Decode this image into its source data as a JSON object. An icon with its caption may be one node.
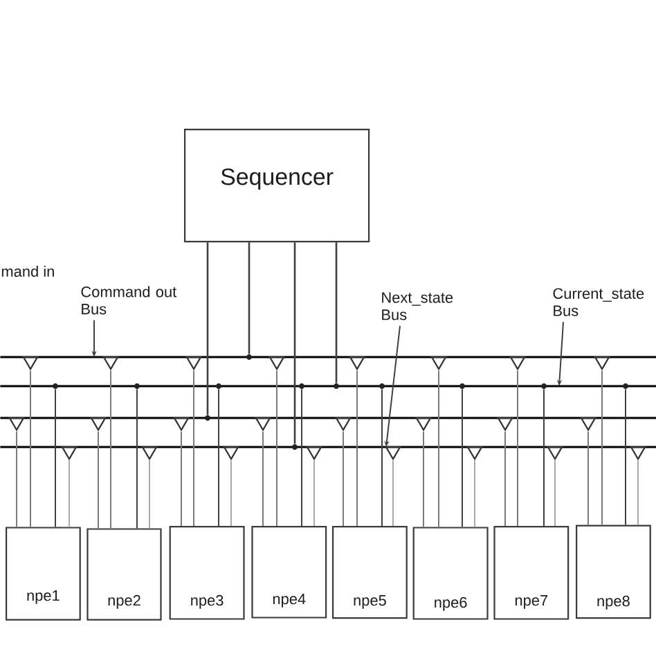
{
  "diagram": {
    "nodes": [
      {
        "text": [
          "Sequencer"
        ]
      },
      {
        "text": [
          "Command out Bus"
        ]
      },
      {
        "text": [
          "Next_state Bus"
        ]
      },
      {
        "text": [
          "Current_state Bus"
        ]
      },
      {
        "text": [],
        "shape": "line"
      },
      {
        "text": [],
        "shape": "dot"
      },
      {
        "text": [],
        "shape": "triangle"
      },
      {
        "text": [],
        "shape": "triangle"
      },
      {
        "text": [],
        "shape": "triangle"
      },
      {
        "text": [],
        "shape": "triangle"
      },
      {
        "text": [],
        "shape": "triangle"
      },
      {
        "text": [],
        "shape": "triangle"
      },
      {
        "text": [],
        "shape": "triangle"
      },
      {
        "text": [],
        "shape": "triangle"
      },
      {
        "text": [],
        "shape": "line"
      },
      {
        "text": [],
        "shape": "dot"
      },
      {
        "text": [],
        "shape": "dot"
      },
      {
        "text": [],
        "shape": "dot"
      },
      {
        "text": [],
        "shape": "dot"
      },
      {
        "text": [],
        "shape": "dot"
      },
      {
        "text": [],
        "shape": "dot"
      },
      {
        "text": [],
        "shape": "dot"
      },
      {
        "text": [],
        "shape": "dot"
      },
      {
        "text": [],
        "shape": "dot"
      },
      {
        "text": [],
        "shape": "line"
      },
      {
        "text": [],
        "shape": "dot"
      },
      {
        "text": [],
        "shape": "triangle"
      },
      {
        "text": [],
        "shape": "triangle"
      },
      {
        "text": [],
        "shape": "triangle"
      },
      {
        "text": [],
        "shape": "triangle"
      },
      {
        "text": [],
        "shape": "triangle"
      },
      {
        "text": [],
        "shape": "triangle"
      },
      {
        "text": [],
        "shape": "triangle"
      },
      {
        "text": [],
        "shape": "triangle"
      },
      {
        "text": [],
        "shape": "line"
      },
      {
        "text": [],
        "shape": "dot"
      },
      {
        "text": [],
        "shape": "triangle"
      },
      {
        "text": [],
        "shape": "triangle"
      },
      {
        "text": [],
        "shape": "triangle"
      },
      {
        "text": [],
        "shape": "triangle"
      },
      {
        "text": [],
        "shape": "triangle"
      },
      {
        "text": [],
        "shape": "triangle"
      },
      {
        "text": [],
        "shape": "triangle"
      },
      {
        "text": [],
        "shape": "triangle"
      },
      {
        "text": [
          "npe1"
        ]
      },
      {
        "text": [
          "npe2"
        ]
      },
      {
        "text": [
          "npe3"
        ]
      },
      {
        "text": [
          "npe4"
        ]
      },
      {
        "text": [
          "npe5"
        ]
      },
      {
        "text": [
          "npe6"
        ]
      },
      {
        "text": [
          "npe7"
        ]
      },
      {
        "text": [
          "npe8"
        ]
      }
    ],
    "edges": [
      {
        "from": 0,
        "to": 25,
        "arrow": "none",
        "color": "#404040"
      },
      {
        "from": 0,
        "to": 5,
        "arrow": "none",
        "color": "#404040"
      },
      {
        "from": 0,
        "to": 35,
        "arrow": "none",
        "color": "#404040"
      },
      {
        "from": 0,
        "to": 19,
        "arrow": "none",
        "color": "#404040"
      },
      {
        "from": 1,
        "to": 4,
        "arrow": "to",
        "color": "#404040"
      },
      {
        "from": 2,
        "to": 34,
        "arrow": "to",
        "color": "#404040"
      },
      {
        "from": 3,
        "to": 14,
        "arrow": "to",
        "color": "#404040"
      },
      {
        "from": 6,
        "to": 44,
        "arrow": "none"
      },
      {
        "from": 7,
        "to": 45,
        "arrow": "none"
      },
      {
        "from": 8,
        "to": 46,
        "arrow": "none"
      },
      {
        "from": 9,
        "to": 47,
        "arrow": "none"
      },
      {
        "from": 10,
        "to": 48,
        "arrow": "none"
      },
      {
        "from": 11,
        "to": 49,
        "arrow": "none"
      },
      {
        "from": 12,
        "to": 50,
        "arrow": "none"
      },
      {
        "from": 13,
        "to": 51,
        "arrow": "none"
      },
      {
        "from": 15,
        "to": 44,
        "arrow": "none",
        "color": "#404040"
      },
      {
        "from": 16,
        "to": 45,
        "arrow": "none",
        "color": "#404040"
      },
      {
        "from": 17,
        "to": 46,
        "arrow": "none",
        "color": "#404040"
      },
      {
        "from": 18,
        "to": 47,
        "arrow": "none",
        "color": "#404040"
      },
      {
        "from": 20,
        "to": 48,
        "arrow": "none",
        "color": "#404040"
      },
      {
        "from": 21,
        "to": 49,
        "arrow": "none",
        "color": "#404040"
      },
      {
        "from": 22,
        "to": 50,
        "arrow": "none",
        "color": "#404040"
      },
      {
        "from": 23,
        "to": 51,
        "arrow": "none",
        "color": "#404040"
      },
      {
        "from": 26,
        "to": 44,
        "arrow": "none"
      },
      {
        "from": 27,
        "to": 45,
        "arrow": "none"
      },
      {
        "from": 28,
        "to": 46,
        "arrow": "none"
      },
      {
        "from": 29,
        "to": 47,
        "arrow": "none"
      },
      {
        "from": 30,
        "to": 48,
        "arrow": "none"
      },
      {
        "from": 31,
        "to": 49,
        "arrow": "none"
      },
      {
        "from": 32,
        "to": 50,
        "arrow": "none"
      },
      {
        "from": 33,
        "to": 51,
        "arrow": "none"
      },
      {
        "from": 36,
        "to": 44,
        "arrow": "none",
        "color": "#a8a8a8"
      },
      {
        "from": 37,
        "to": 45,
        "arrow": "none",
        "color": "#a8a8a8"
      },
      {
        "from": 38,
        "to": 46,
        "arrow": "none",
        "color": "#a8a8a8"
      },
      {
        "from": 39,
        "to": 47,
        "arrow": "none",
        "color": "#a8a8a8"
      },
      {
        "from": 40,
        "to": 48,
        "arrow": "none",
        "color": "#a8a8a8"
      },
      {
        "from": 41,
        "to": 49,
        "arrow": "none",
        "color": "#a8a8a8"
      },
      {
        "from": 42,
        "to": 50,
        "arrow": "none",
        "color": "#a8a8a8"
      },
      {
        "from": 43,
        "to": 51,
        "arrow": "none",
        "color": "#a8a8a8"
      }
    ],
    "labels": [
      "mand in"
    ]
  }
}
